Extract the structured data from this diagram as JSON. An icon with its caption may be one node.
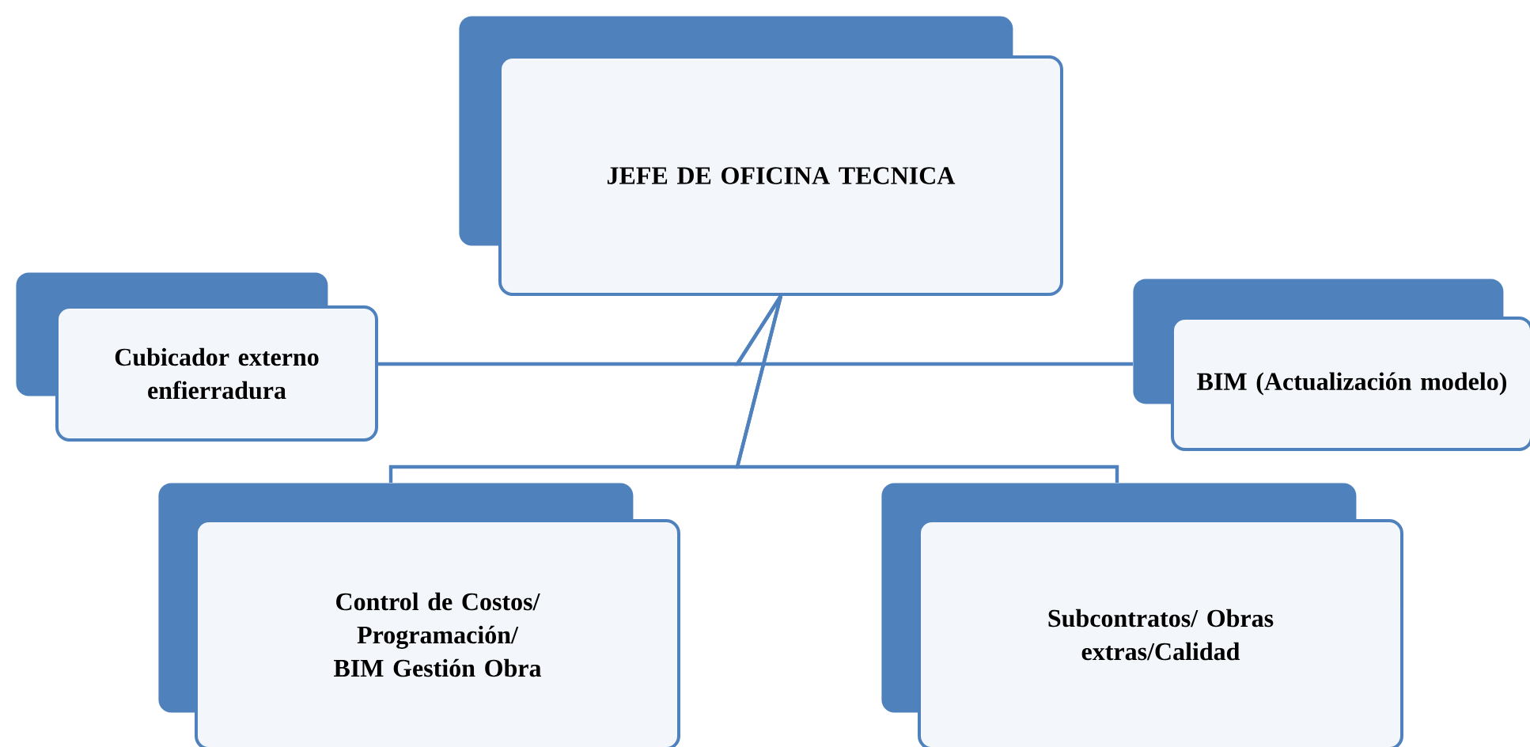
{
  "diagram": {
    "nodes": [
      {
        "text": [
          "JEFE DE OFICINA TECNICA"
        ]
      },
      {
        "text": [
          "Cubicador externo enfierradura"
        ]
      },
      {
        "text": [
          "BIM (Actualización modelo)"
        ]
      },
      {
        "text": [
          "Control de Costos/ Programación/ BIM Gestión Obra"
        ]
      },
      {
        "text": [
          "Subcontratos/ Obras extras/Calidad"
        ]
      }
    ],
    "edges": [
      {
        "from": 0,
        "to": 1,
        "arrow": "none"
      },
      {
        "from": 0,
        "to": 2,
        "arrow": "none"
      },
      {
        "from": 0,
        "to": 3,
        "arrow": "none"
      },
      {
        "from": 0,
        "to": 4,
        "arrow": "none"
      }
    ]
  }
}
